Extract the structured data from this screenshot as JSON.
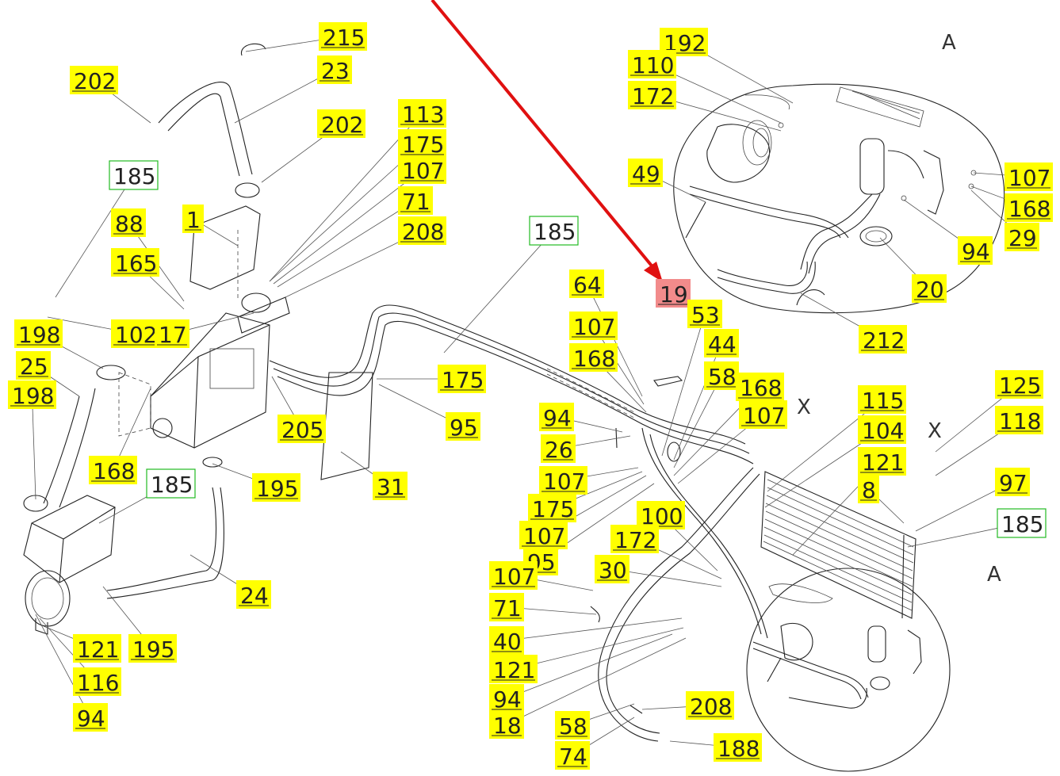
{
  "view_labels": [
    "A",
    "X",
    "X",
    "A"
  ],
  "callouts": [
    {
      "t": "215"
    },
    {
      "t": "23"
    },
    {
      "t": "202"
    },
    {
      "t": "202"
    },
    {
      "t": "185",
      "kind": "boxed"
    },
    {
      "t": "88"
    },
    {
      "t": "1"
    },
    {
      "t": "165"
    },
    {
      "t": "102"
    },
    {
      "t": "17"
    },
    {
      "t": "198"
    },
    {
      "t": "25"
    },
    {
      "t": "198"
    },
    {
      "t": "168"
    },
    {
      "t": "185",
      "kind": "boxed"
    },
    {
      "t": "121"
    },
    {
      "t": "116"
    },
    {
      "t": "94"
    },
    {
      "t": "195"
    },
    {
      "t": "195"
    },
    {
      "t": "24"
    },
    {
      "t": "113"
    },
    {
      "t": "175"
    },
    {
      "t": "107"
    },
    {
      "t": "71"
    },
    {
      "t": "208"
    },
    {
      "t": "205"
    },
    {
      "t": "175"
    },
    {
      "t": "95"
    },
    {
      "t": "31"
    },
    {
      "t": "185",
      "kind": "boxed"
    },
    {
      "t": "64"
    },
    {
      "t": "107"
    },
    {
      "t": "168"
    },
    {
      "t": "19",
      "kind": "highlight"
    },
    {
      "t": "53"
    },
    {
      "t": "44"
    },
    {
      "t": "58"
    },
    {
      "t": "168"
    },
    {
      "t": "107"
    },
    {
      "t": "94"
    },
    {
      "t": "26"
    },
    {
      "t": "107"
    },
    {
      "t": "175"
    },
    {
      "t": "107"
    },
    {
      "t": "95"
    },
    {
      "t": "100"
    },
    {
      "t": "172"
    },
    {
      "t": "30"
    },
    {
      "t": "107"
    },
    {
      "t": "71"
    },
    {
      "t": "40"
    },
    {
      "t": "121"
    },
    {
      "t": "94"
    },
    {
      "t": "18"
    },
    {
      "t": "58"
    },
    {
      "t": "74"
    },
    {
      "t": "208"
    },
    {
      "t": "188"
    },
    {
      "t": "115"
    },
    {
      "t": "104"
    },
    {
      "t": "121"
    },
    {
      "t": "8"
    },
    {
      "t": "125"
    },
    {
      "t": "118"
    },
    {
      "t": "97"
    },
    {
      "t": "185",
      "kind": "boxed"
    },
    {
      "t": "192"
    },
    {
      "t": "110"
    },
    {
      "t": "172"
    },
    {
      "t": "49"
    },
    {
      "t": "107"
    },
    {
      "t": "168"
    },
    {
      "t": "29"
    },
    {
      "t": "94"
    },
    {
      "t": "20"
    },
    {
      "t": "212"
    }
  ]
}
